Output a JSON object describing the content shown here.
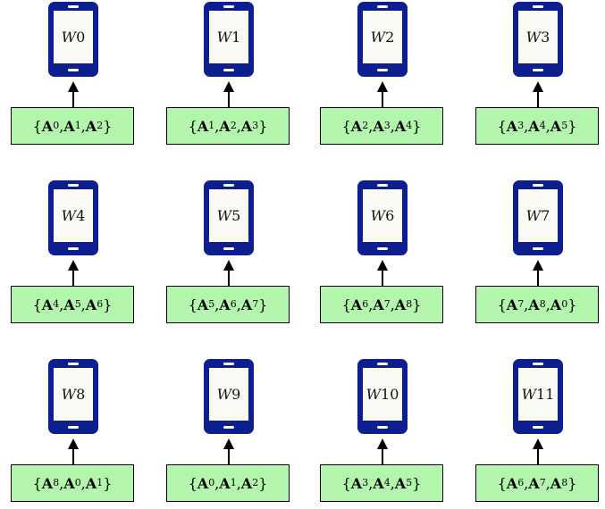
{
  "workers": [
    {
      "id": "0",
      "matrices": [
        "0",
        "1",
        "2"
      ]
    },
    {
      "id": "1",
      "matrices": [
        "1",
        "2",
        "3"
      ]
    },
    {
      "id": "2",
      "matrices": [
        "2",
        "3",
        "4"
      ]
    },
    {
      "id": "3",
      "matrices": [
        "3",
        "4",
        "5"
      ]
    },
    {
      "id": "4",
      "matrices": [
        "4",
        "5",
        "6"
      ]
    },
    {
      "id": "5",
      "matrices": [
        "5",
        "6",
        "7"
      ]
    },
    {
      "id": "6",
      "matrices": [
        "6",
        "7",
        "8"
      ]
    },
    {
      "id": "7",
      "matrices": [
        "7",
        "8",
        "0"
      ]
    },
    {
      "id": "8",
      "matrices": [
        "8",
        "0",
        "1"
      ]
    },
    {
      "id": "9",
      "matrices": [
        "0",
        "1",
        "2"
      ]
    },
    {
      "id": "10",
      "matrices": [
        "3",
        "4",
        "5"
      ]
    },
    {
      "id": "11",
      "matrices": [
        "6",
        "7",
        "8"
      ]
    }
  ],
  "worker_prefix": "W",
  "matrix_symbol": "A",
  "colors": {
    "phone": "#0d1f8f",
    "screen": "#fbf9f4",
    "box_fill": "#b3f5ac",
    "box_border": "#000000",
    "arrow": "#000000"
  },
  "icons": {
    "device": "smartphone-icon"
  }
}
